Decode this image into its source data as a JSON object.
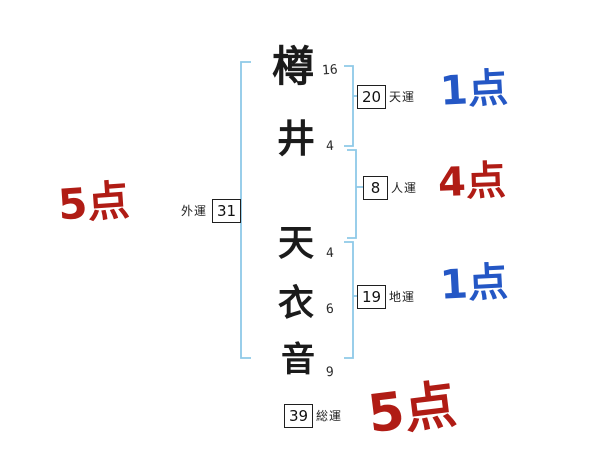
{
  "name_chars": [
    {
      "char": "樽",
      "strokes": "16"
    },
    {
      "char": "井",
      "strokes": "4"
    },
    {
      "char": "天",
      "strokes": "4"
    },
    {
      "char": "衣",
      "strokes": "6"
    },
    {
      "char": "音",
      "strokes": "9"
    }
  ],
  "fortunes": {
    "ten": {
      "label": "天運",
      "value": "20",
      "score": "1点"
    },
    "jin": {
      "label": "人運",
      "value": "8",
      "score": "4点"
    },
    "chi": {
      "label": "地運",
      "value": "19",
      "score": "1点"
    },
    "gai": {
      "label": "外運",
      "value": "31",
      "score": "5点"
    },
    "sou": {
      "label": "総運",
      "value": "39",
      "score": "5点"
    }
  },
  "colors": {
    "score_blue": "#2457c5",
    "score_red": "#b01c15",
    "bracket_blue": "#8ec9e8",
    "box_border": "#1f1f1f"
  }
}
